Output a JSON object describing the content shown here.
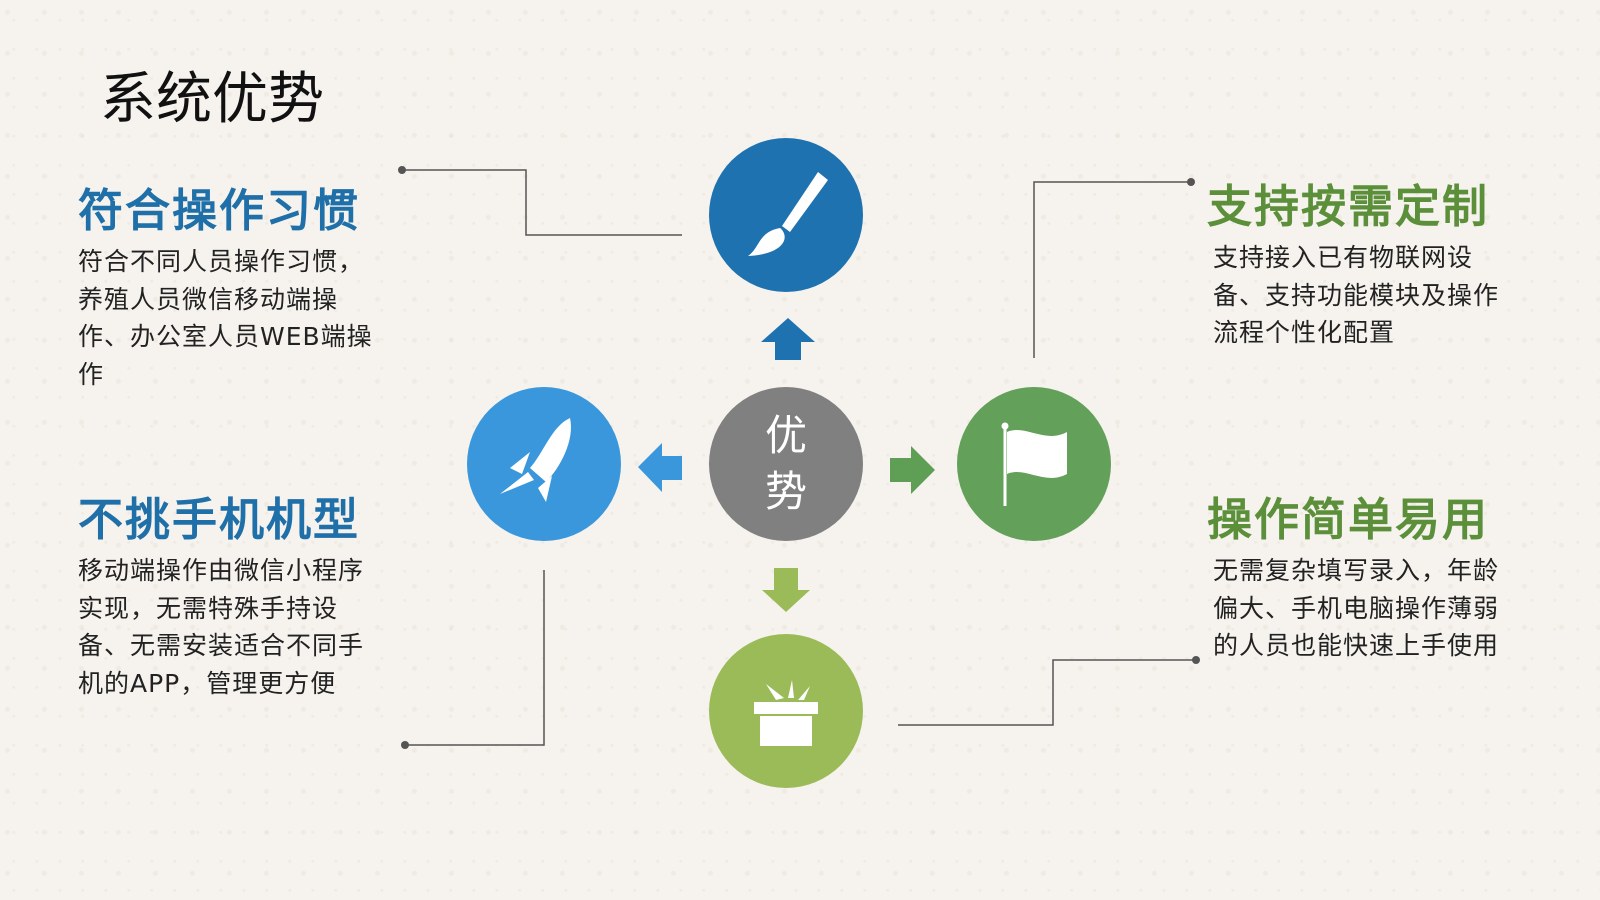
{
  "title": "系统优势",
  "center": {
    "line1": "优",
    "line2": "势"
  },
  "blocks": {
    "top_left": {
      "heading": "符合操作习惯",
      "body": "符合不同人员操作习惯，养殖人员微信移动端操作、办公室人员WEB端操作"
    },
    "bottom_left": {
      "heading": "不挑手机机型",
      "body": "移动端操作由微信小程序实现，无需特殊手持设备、无需安装适合不同手机的APP，管理更方便"
    },
    "top_right": {
      "heading": "支持按需定制",
      "body": "支持接入已有物联网设备、支持功能模块及操作流程个性化配置"
    },
    "bottom_right": {
      "heading": "操作简单易用",
      "body": "无需复杂填写录入，年龄偏大、手机电脑操作薄弱的人员也能快速上手使用"
    }
  },
  "icons": {
    "top": "brush-icon",
    "left": "rocket-icon",
    "right": "flag-icon",
    "bottom": "gift-icon"
  },
  "colors": {
    "dark_blue": "#1f72b0",
    "light_blue": "#3a97dc",
    "green": "#5f9e55",
    "light_green": "#9bbb59",
    "gray": "#808080"
  }
}
